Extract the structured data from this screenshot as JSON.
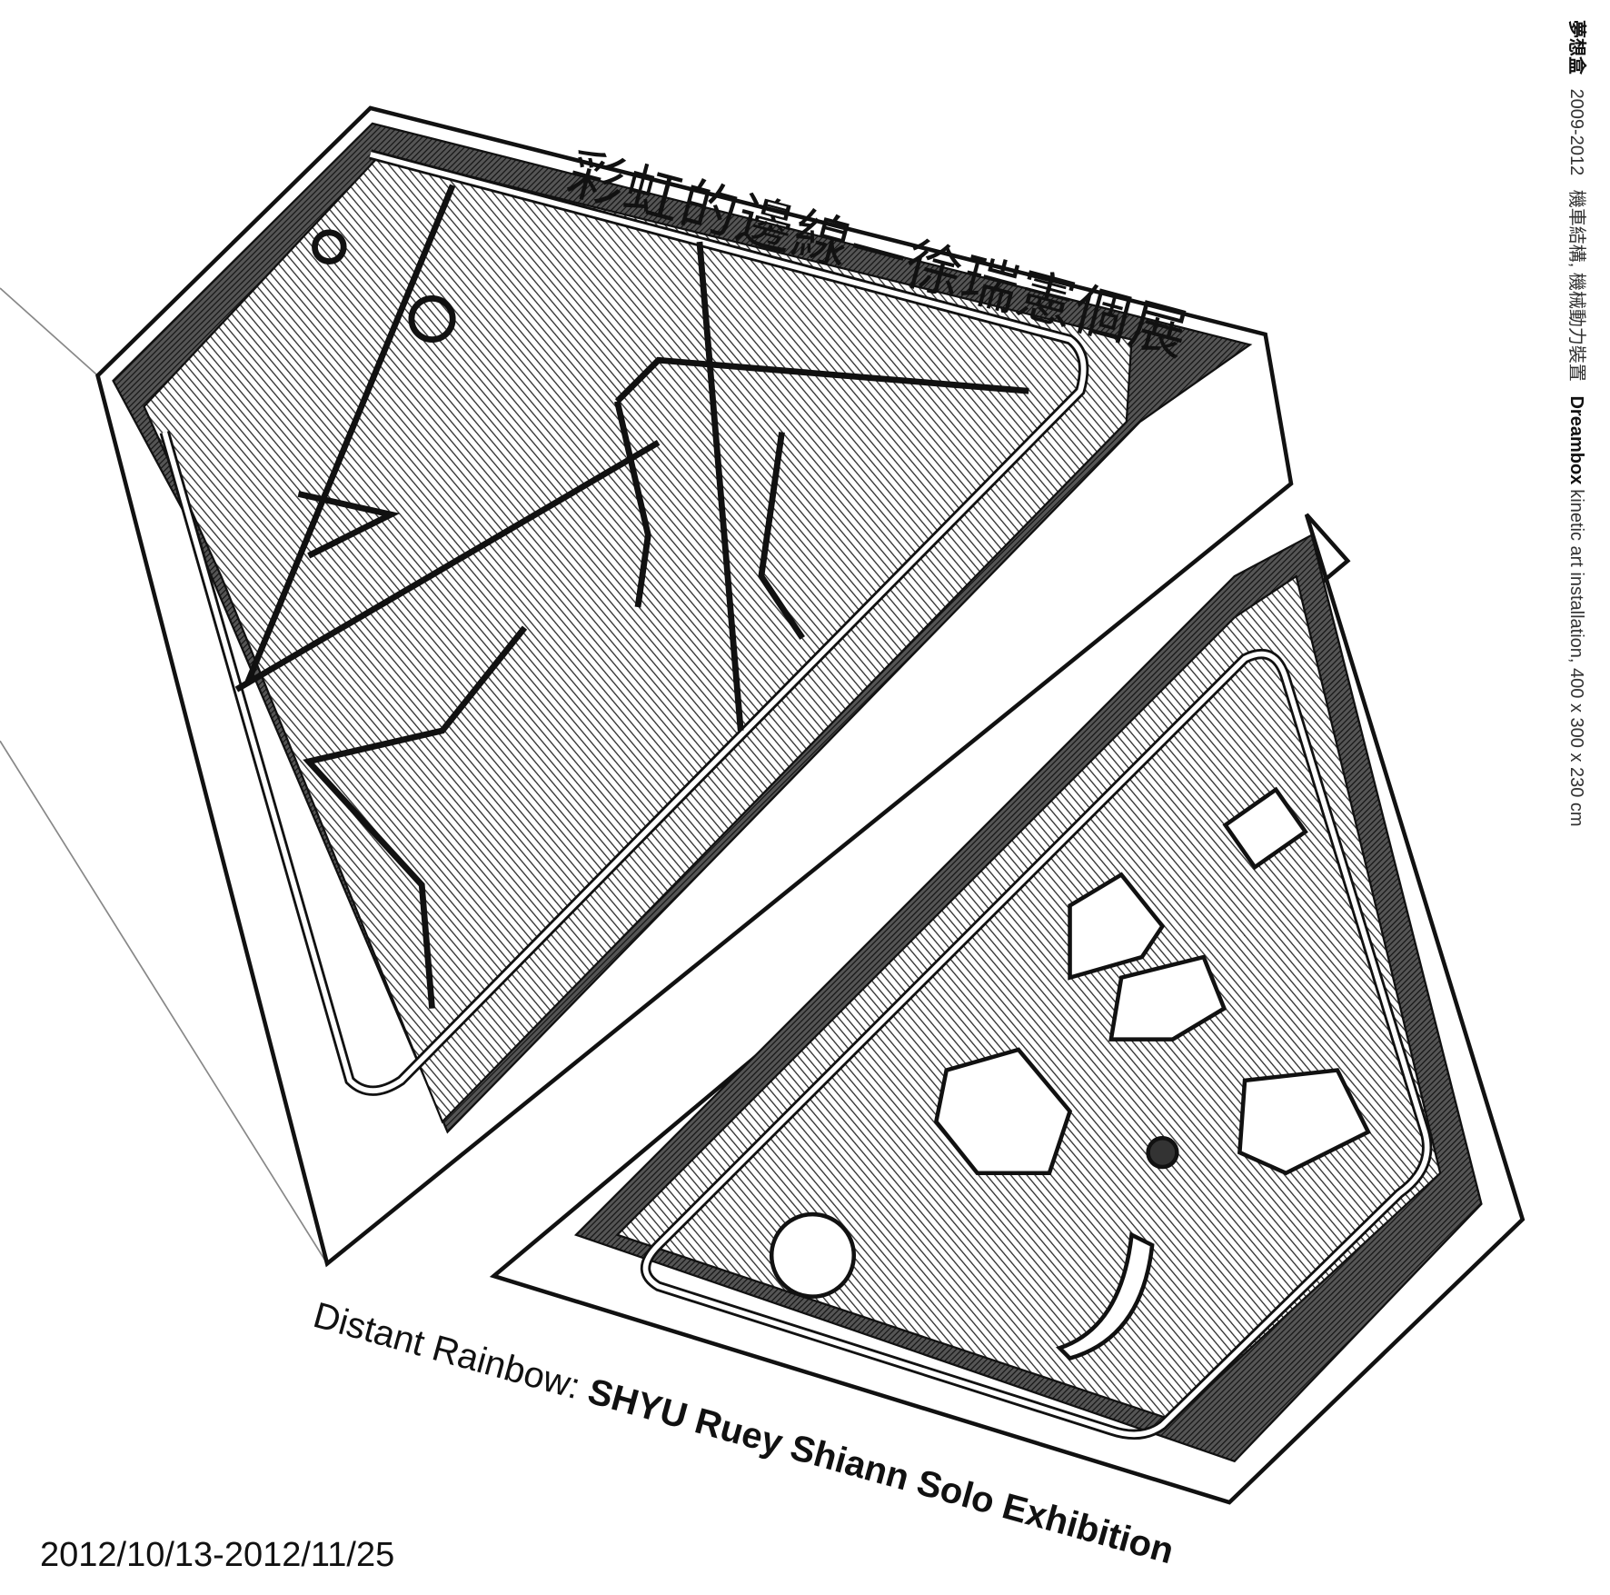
{
  "title_zh": "彩虹的邊線一徐瑞憲個展",
  "title_en": {
    "prefix": "Distant Rainbow: ",
    "bold": "SHYU Ruey Shiann Solo Exhibition"
  },
  "date": "2012/10/13-2012/11/25",
  "side_caption": {
    "work_zh": "夢想盒",
    "years": "2009-2012",
    "materials_zh": "機車結構, 機械動力裝置",
    "work_en": "Dreambox",
    "description_en": "kinetic art installation, 400 x 300 x 230 cm"
  }
}
